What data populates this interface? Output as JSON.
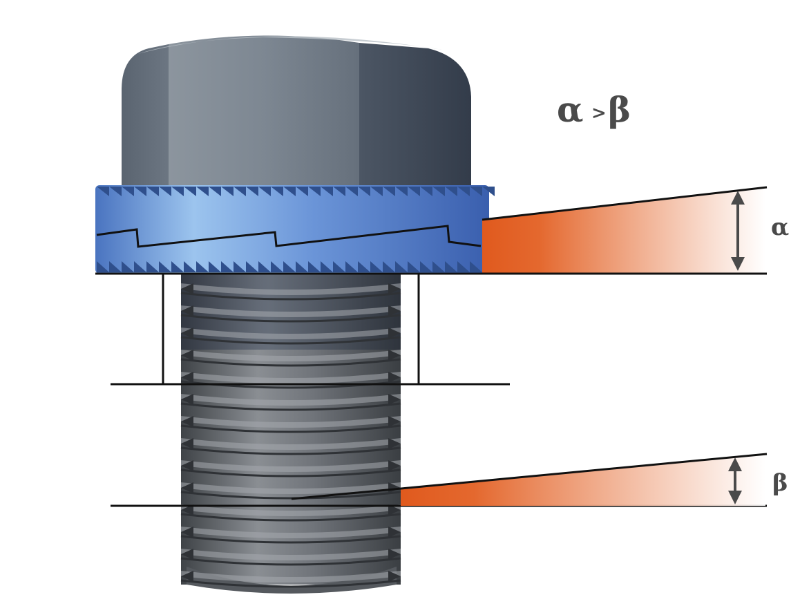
{
  "labels": {
    "comparison_left": "α",
    "comparison_op": ">",
    "comparison_right": "β",
    "alpha": "α",
    "beta": "β"
  },
  "colors": {
    "bolt_head": "#5d6a78",
    "washer": "#4f7cc8",
    "washer_highlight": "#9cc4ee",
    "thread": "#6c7075",
    "wedge": "#e05a1e",
    "line": "#111111",
    "arrow": "#4a4a4a",
    "background": "#ffffff"
  },
  "icons": {
    "alpha_arrow": "double-arrow-vertical",
    "beta_arrow": "double-arrow-vertical"
  }
}
